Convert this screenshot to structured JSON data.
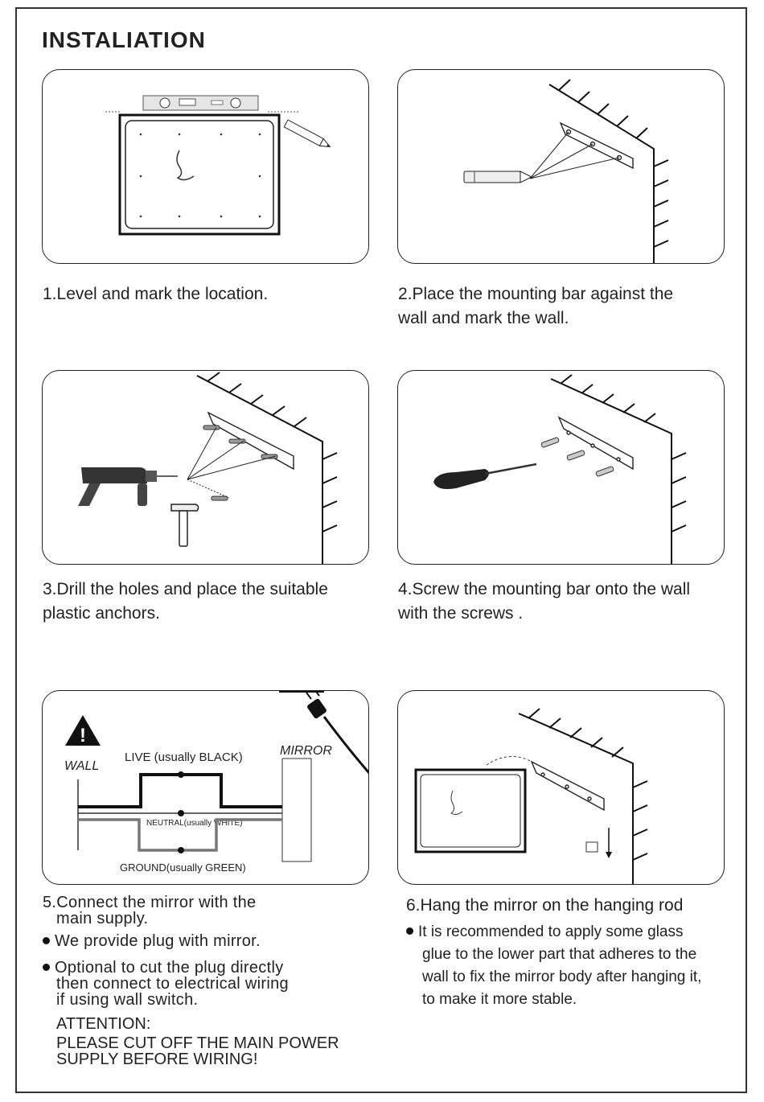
{
  "title": "INSTALIATION",
  "steps": {
    "s1": "1.Level and mark the location.",
    "s2_l1": "2.Place the mounting bar against the",
    "s2_l2": "wall and mark the wall.",
    "s3_l1": "3.Drill the holes and place the suitable",
    "s3_l2": "plastic anchors.",
    "s4_l1": "4.Screw the mounting bar onto the wall",
    "s4_l2": "with the screws .",
    "s5_l1": "5.Connect the mirror with the",
    "s5_l2": "main supply.",
    "s5_b1": "We provide plug with mirror.",
    "s5_b2_l1": "Optional to cut the plug directly",
    "s5_b2_l2": "then connect to electrical wiring",
    "s5_b2_l3": "if using wall switch.",
    "att_l1": "ATTENTION:",
    "att_l2": "PLEASE CUT OFF THE MAIN POWER",
    "att_l3": "SUPPLY BEFORE WIRING!",
    "s6_l1": "6.Hang the mirror on the hanging rod",
    "s6_b1_l1": "It is recommended to apply some glass",
    "s6_b1_l2": "glue to the lower part that adheres to the",
    "s6_b1_l3": "wall to fix the mirror body after hanging it,",
    "s6_b1_l4": "to make it more stable."
  },
  "wiring": {
    "wall": "WALL",
    "mirror": "MIRROR",
    "live": "LIVE (usually BLACK)",
    "neutral": "NEUTRAL(usually WHITE)",
    "ground": "GROUND(usually GREEN)",
    "warning": "!"
  }
}
